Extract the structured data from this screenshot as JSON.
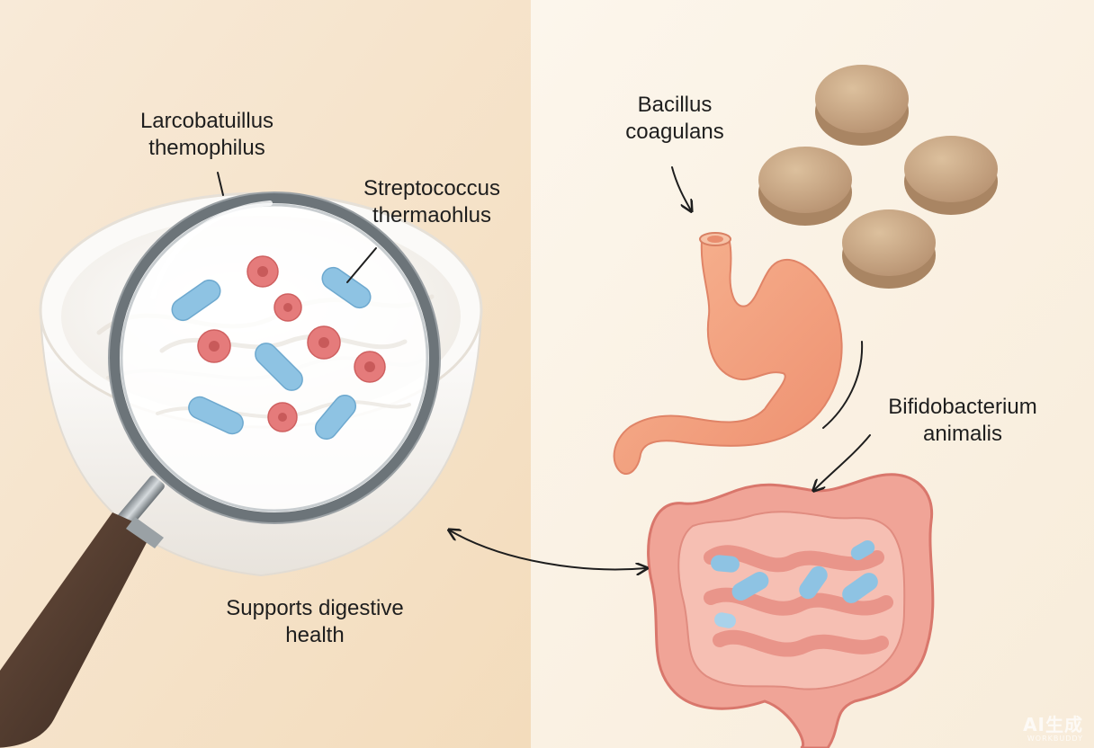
{
  "labels": {
    "lactobacillus": {
      "line1": "Larcobatuillus",
      "line2": "themophilus"
    },
    "streptococcus": {
      "line1": "Streptococcus",
      "line2": "thermaohlus"
    },
    "bacillus": {
      "line1": "Bacillus",
      "line2": "coagulans"
    },
    "bifidobacterium": {
      "line1": "Bifidobacterium",
      "line2": "animalis"
    },
    "digestive": {
      "line1": "Supports digestive",
      "line2": "health"
    }
  },
  "watermark": {
    "main": "AI生成",
    "sub": "WORKBUDDY"
  },
  "colors": {
    "left_bg": "#f7e6ce",
    "right_bg": "#fbf3e6",
    "yogurt": "#ffffff",
    "bacteria_blue": "#8ec3e3",
    "bacteria_red": "#e57b7b",
    "stomach": "#f2a07e",
    "intestine": "#ef9d92",
    "tablet": "#cfae88",
    "arrow": "#1e1e1e"
  },
  "icons": [
    "magnifying-glass-icon",
    "stomach-icon",
    "intestine-icon",
    "tablet-icon"
  ]
}
